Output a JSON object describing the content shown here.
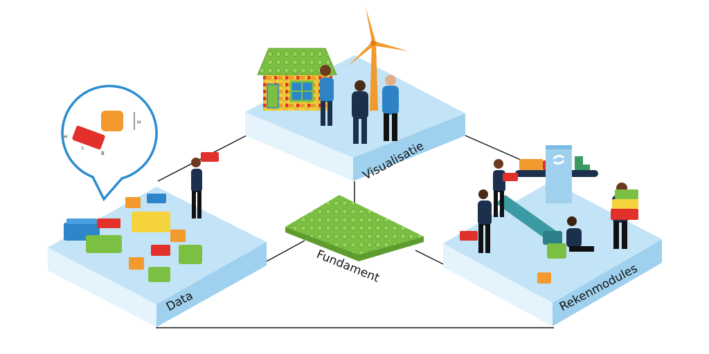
{
  "platforms": {
    "data": {
      "label": "Data"
    },
    "visualisatie": {
      "label": "Visualisatie"
    },
    "rekenmodules": {
      "label": "Rekenmodules"
    }
  },
  "foundation": {
    "label": "Fundament"
  },
  "callout": {
    "height_mark": "H",
    "length_mark": "L",
    "width_mark": "B"
  },
  "colors": {
    "platform_top": "#c3e3f6",
    "platform_side": "#9fd0ee",
    "platform_front": "#e4f3fc",
    "callout_ring": "#2a8ccf",
    "brick_green": "#7cc043",
    "brick_orange": "#f29a2e",
    "brick_red": "#e2302a",
    "brick_yellow": "#f5d33c",
    "brick_blue": "#2e86c9",
    "person_navy": "#1c2f4d",
    "person_blue": "#2f82c4",
    "teal": "#3b9aa3"
  }
}
